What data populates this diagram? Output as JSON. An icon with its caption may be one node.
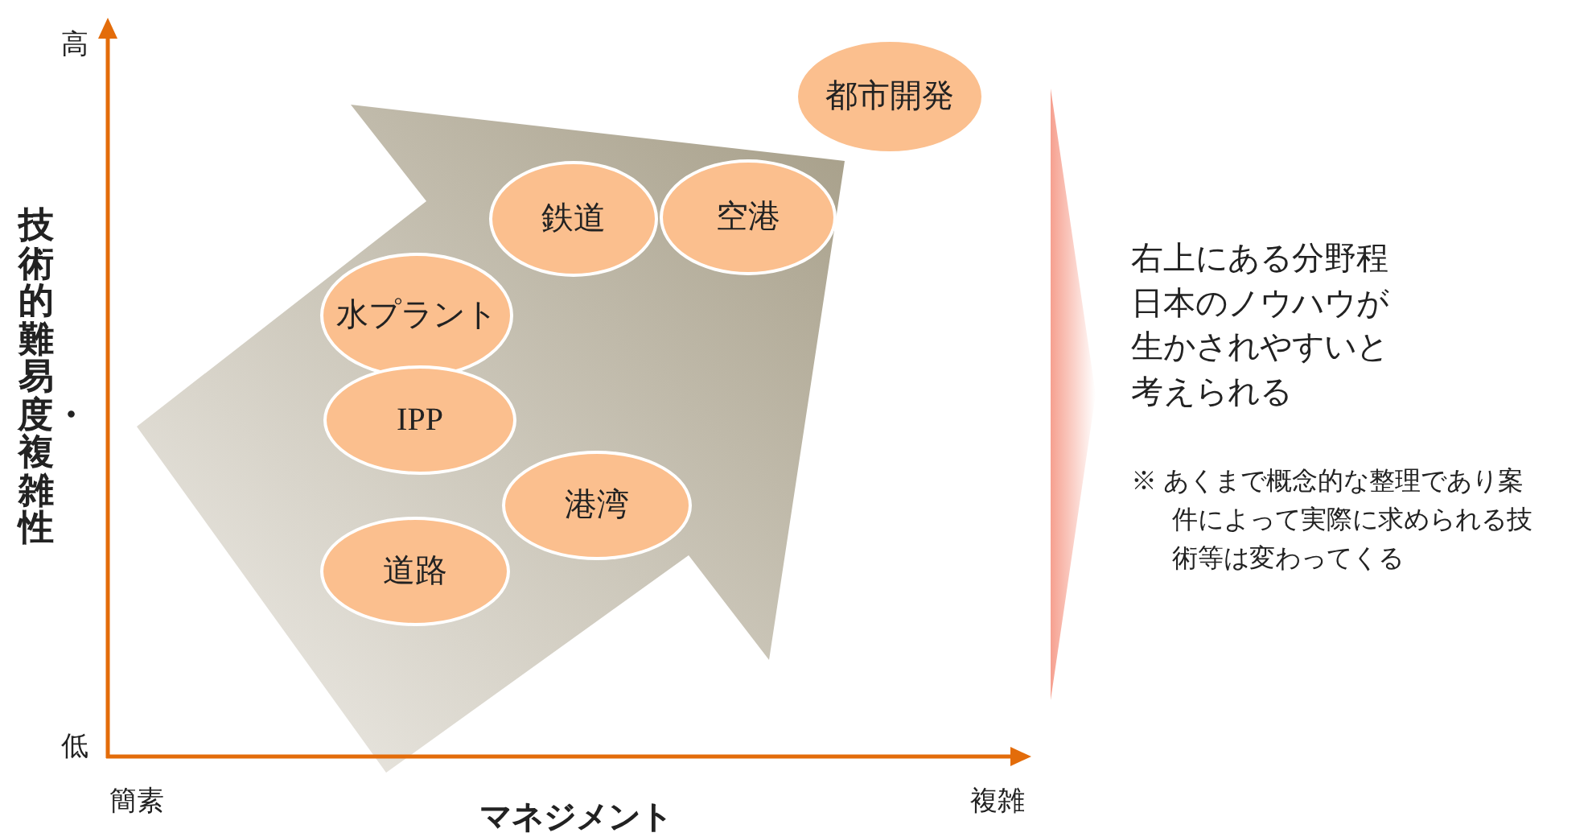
{
  "diagram": {
    "nodes": [
      {
        "text": [
          "都市開発"
        ]
      },
      {
        "text": [
          "鉄道"
        ]
      },
      {
        "text": [
          "空港"
        ]
      },
      {
        "text": [
          "水プラント"
        ]
      },
      {
        "text": [
          "IPP"
        ]
      },
      {
        "text": [
          "港湾"
        ]
      },
      {
        "text": [
          "道路"
        ]
      }
    ],
    "labels": [
      "高",
      "技術的難易度・複雑性",
      "低",
      "簡素",
      "マネジメント",
      "複雑",
      "右上にある分野程日本のノウハウが生かされやすいと考えられる",
      "※ あくまで概念的な整理であり案件によって実際に求められる技術等は変わってくる"
    ]
  }
}
